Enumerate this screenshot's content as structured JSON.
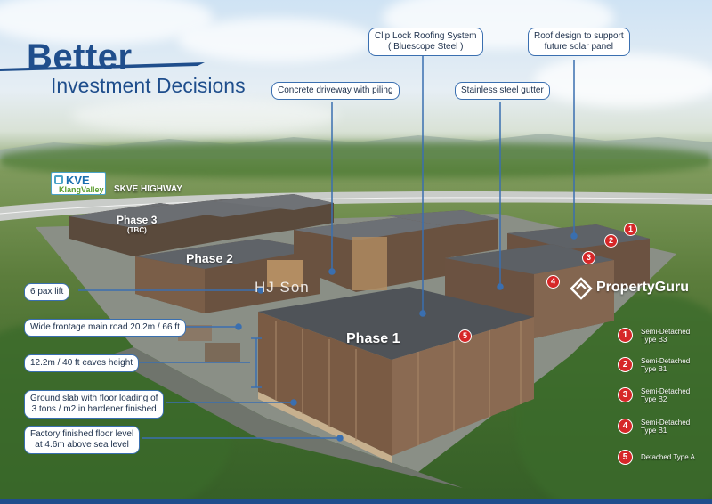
{
  "header": {
    "title": "Better",
    "subtitle": "Investment Decisions"
  },
  "highway": {
    "logo_top": "KVE",
    "logo_bottom": "KlangValley",
    "label": "SKVE HIGHWAY"
  },
  "phases": {
    "phase1": "Phase 1",
    "phase2": "Phase 2",
    "phase3": "Phase 3",
    "phase3_note": "(TBC)"
  },
  "callouts": {
    "roofing": "Clip Lock Roofing System\n( Bluescope Steel )",
    "solar": "Roof design to support\nfuture solar panel",
    "driveway": "Concrete driveway with piling",
    "gutter": "Stainless steel gutter",
    "lift": "6 pax lift",
    "road": "Wide frontage main road 20.2m / 66 ft",
    "eaves": "12.2m / 40 ft eaves height",
    "slab": "Ground slab with floor loading of\n3 tons / m2 in hardener finished",
    "floor": "Factory finished floor level\nat 4.6m above sea level"
  },
  "building_numbers": [
    "1",
    "2",
    "3",
    "4",
    "5"
  ],
  "legend": [
    {
      "num": "1",
      "label": "Semi-Detached\nType B3"
    },
    {
      "num": "2",
      "label": "Semi-Detached\nType B1"
    },
    {
      "num": "3",
      "label": "Semi-Detached\nType B2"
    },
    {
      "num": "4",
      "label": "Semi-Detached\nType B1"
    },
    {
      "num": "5",
      "label": "Detached Type A"
    }
  ],
  "brand": {
    "name": "PropertyGuru",
    "icon": "propertyguru-logo-icon"
  },
  "watermark": "HJ Son",
  "colors": {
    "brand_blue": "#1f4e8c",
    "marker_red": "#d62728",
    "callout_border": "#3a6fb0"
  }
}
